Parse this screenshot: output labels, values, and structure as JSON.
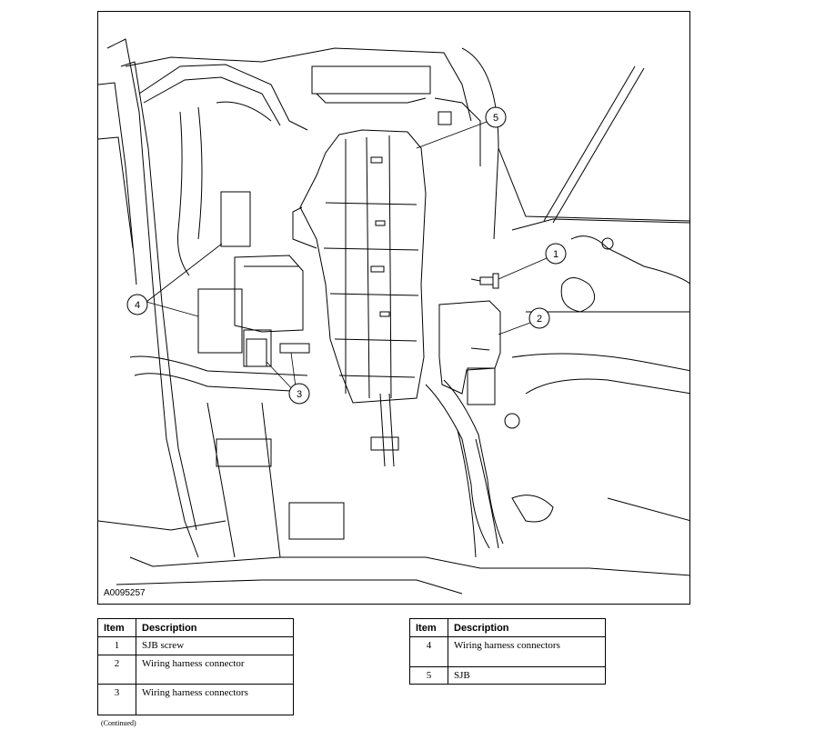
{
  "figure": {
    "id_label": "A0095257",
    "callouts": [
      "1",
      "2",
      "3",
      "4",
      "5"
    ]
  },
  "legend": {
    "headers": {
      "item": "Item",
      "description": "Description"
    },
    "left_rows": [
      {
        "item": "1",
        "description": "SJB screw"
      },
      {
        "item": "2",
        "description": "Wiring harness connector"
      },
      {
        "item": "3",
        "description": "Wiring harness connectors"
      }
    ],
    "right_rows": [
      {
        "item": "4",
        "description": "Wiring harness connectors"
      },
      {
        "item": "5",
        "description": "SJB"
      }
    ]
  },
  "footer": {
    "continued": "(Continued)"
  }
}
